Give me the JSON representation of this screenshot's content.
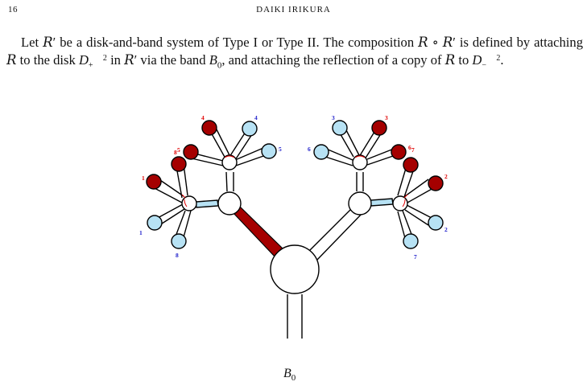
{
  "header": {
    "page_number": "16",
    "running_title": "DAIKI IRIKURA"
  },
  "paragraph": {
    "t1": "Let ",
    "R": "R",
    "prime": "′",
    "t2": " be a disk-and-band system of Type I or Type II. The composition ",
    "circ": "∘",
    "t3": " is defined by attaching ",
    "t4": " to the disk ",
    "D": "D",
    "sup2": "2",
    "plus": "+",
    "minus": "−",
    "t5": " in ",
    "t6": " via the band ",
    "B": "B",
    "sub0": "0",
    "t7": ", and attaching the reflection of a copy of ",
    "t8": " to ",
    "period": "."
  },
  "figure": {
    "colors": {
      "red": "#a50000",
      "blue": "#b7e2f4",
      "white": "#ffffff",
      "stroke": "#000000",
      "red_label": "#e00000",
      "blue_label": "#2222cc"
    },
    "labels": {
      "left_outer_red_1": "1",
      "left_outer_blue_1": "1",
      "left_outer_blue_8": "8",
      "left_outer_red_8": "8",
      "left_outer_red_5": "5",
      "left_top_red_4": "4",
      "left_top_blue_4": "4",
      "left_top_blue_5": "5",
      "right_top_blue_3": "3",
      "right_top_red_3": "3",
      "right_top_blue_6": "6",
      "right_top_red_6": "6",
      "right_top_red_7": "7",
      "right_outer_red_2": "2",
      "right_outer_blue_2": "2",
      "right_outer_blue_7": "7"
    },
    "band_label": {
      "B": "B",
      "sub": "0"
    }
  }
}
